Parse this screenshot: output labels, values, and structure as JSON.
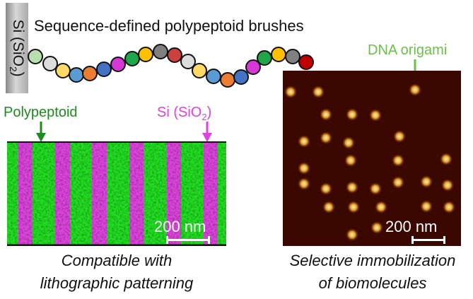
{
  "header": {
    "substrate_label": "Si (SiO",
    "substrate_sub": "2",
    "substrate_end": ")",
    "title": "Sequence-defined polypeptoid brushes"
  },
  "chain": {
    "bead_colors": [
      "#b9dfae",
      "#dcdcdc",
      "#ffd966",
      "#5b9bd5",
      "#ed7d31",
      "#4472c4",
      "#d637d6",
      "#1fa64a",
      "#ffc000",
      "#808080",
      "#cc4040",
      "#dcdcdc",
      "#ffd966",
      "#5b9bd5",
      "#ed7d31",
      "#4472c4",
      "#d637d6",
      "#1fa64a",
      "#ffc000",
      "#808080",
      "#c00000"
    ]
  },
  "left_panel": {
    "label_polypeptoid": "Polypeptoid",
    "label_si": "Si (SiO",
    "label_si_sub": "2",
    "label_si_end": ")",
    "scale_label": "200 nm",
    "caption_line1": "Compatible with",
    "caption_line2": "lithographic patterning",
    "colors": {
      "polypeptoid": "#1f8a1f",
      "si": "#e040e0",
      "green_region": "#22dd22",
      "magenta_region": "#dd44dd"
    }
  },
  "right_panel": {
    "label_dna": "DNA origami",
    "scale_label": "200 nm",
    "caption_line1": "Selective immobilization",
    "caption_line2": "of biomolecules",
    "colors": {
      "dna_label": "#6cc04a",
      "background": "#3a0800",
      "blob": "#e0a030"
    }
  }
}
